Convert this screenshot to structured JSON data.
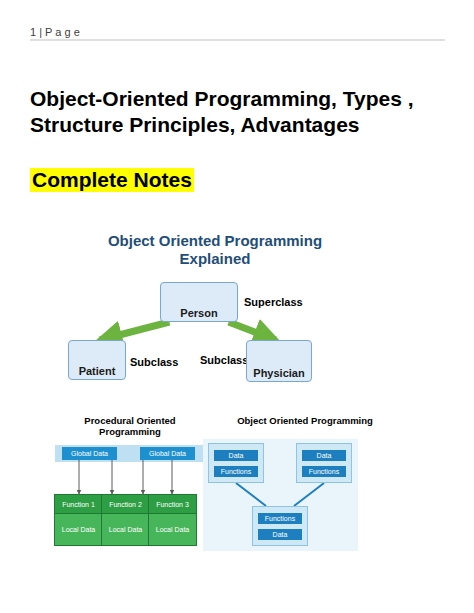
{
  "diagram": {
    "title": "Object-Oriented Programming, Types , Structure Principles, Advantages",
    "nodes": [
      {
        "text": [
          "Person"
        ]
      },
      {
        "text": [
          "Patient"
        ]
      },
      {
        "text": [
          "Physician"
        ]
      },
      {
        "text": [
          "Global Data"
        ]
      },
      {
        "text": [
          "Global Data"
        ]
      },
      {
        "text": [
          "Function 1",
          "Local Data"
        ]
      },
      {
        "text": [
          "Function 2",
          "Local Data"
        ]
      },
      {
        "text": [
          "Function 3",
          "Local Data"
        ]
      },
      {
        "text": [
          "Data",
          "Functions"
        ]
      },
      {
        "text": [
          "Data",
          "Functions"
        ]
      },
      {
        "text": [
          "Functions",
          "Data"
        ]
      }
    ],
    "edges": [
      {
        "from": 0,
        "to": 1,
        "arrow": "to"
      },
      {
        "from": 0,
        "to": 2,
        "arrow": "to"
      },
      {
        "from": 3,
        "to": 5,
        "arrow": "to"
      },
      {
        "from": 3,
        "to": 6,
        "arrow": "to"
      },
      {
        "from": 4,
        "to": 6,
        "arrow": "to"
      },
      {
        "from": 4,
        "to": 7,
        "arrow": "to"
      },
      {
        "from": 8,
        "to": 10,
        "arrow": "none"
      },
      {
        "from": 9,
        "to": 10,
        "arrow": "none"
      }
    ],
    "labels": [
      "1 | P a g e",
      "Complete Notes",
      "Object Oriented Programming Explained",
      "Superclass",
      "Subclass",
      "Subclass",
      "Procedural Oriented Programming",
      "Object Oriented Programming"
    ]
  }
}
